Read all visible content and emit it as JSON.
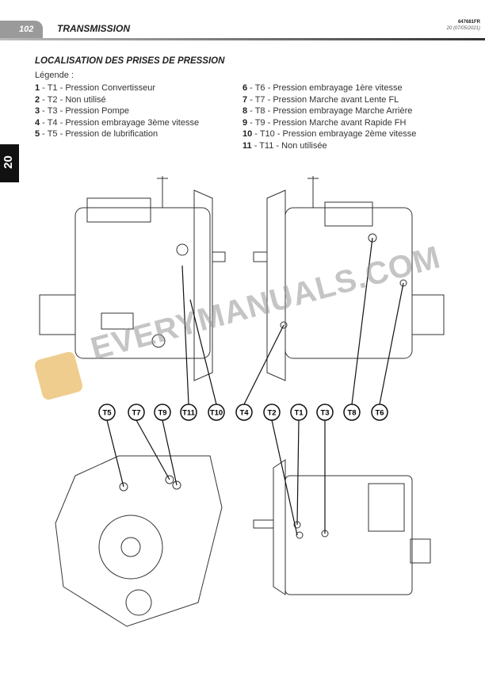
{
  "header": {
    "page_number": "102",
    "section": "TRANSMISSION",
    "doc_ref": "647681FR",
    "revision": "20 (07/05/2021)"
  },
  "side_tab": "20",
  "title": "LOCALISATION DES PRISES DE PRESSION",
  "legend_heading": "Légende :",
  "legend": [
    {
      "n": "1",
      "text": "- T1 - Pression Convertisseur"
    },
    {
      "n": "2",
      "text": "- T2 - Non utilisé"
    },
    {
      "n": "3",
      "text": "- T3 - Pression Pompe"
    },
    {
      "n": "4",
      "text": "- T4 - Pression embrayage 3ème vitesse"
    },
    {
      "n": "5",
      "text": "- T5 - Pression de lubrification"
    },
    {
      "n": "6",
      "text": "- T6 - Pression embrayage 1ère vitesse"
    },
    {
      "n": "7",
      "text": "- T7 - Pression Marche avant Lente FL"
    },
    {
      "n": "8",
      "text": "- T8 - Pression embrayage Marche Arrière"
    },
    {
      "n": "9",
      "text": "- T9 - Pression Marche avant Rapide FH"
    },
    {
      "n": "10",
      "text": "- T10 - Pression embrayage 2ème vitesse"
    },
    {
      "n": "11",
      "text": "- T11 - Non utilisée"
    }
  ],
  "callouts": [
    "T5",
    "T7",
    "T9",
    "T11",
    "T10",
    "T4",
    "T2",
    "T1",
    "T3",
    "T8",
    "T6"
  ],
  "watermark": "EVERYMANUALS.COM"
}
